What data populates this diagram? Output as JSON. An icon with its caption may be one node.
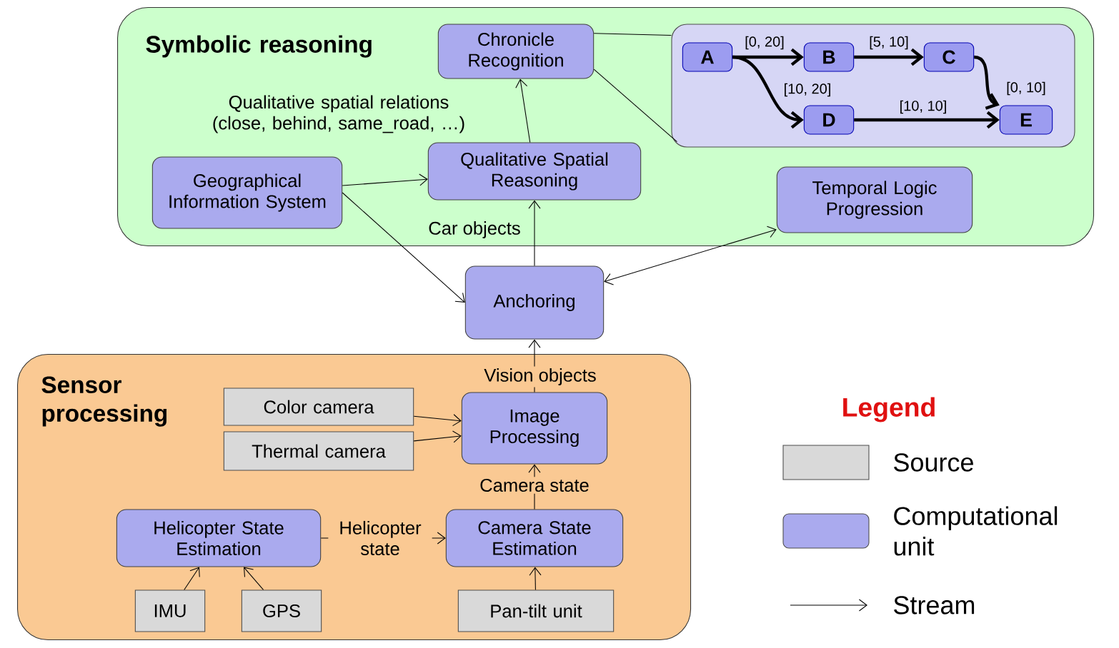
{
  "diagram": {
    "nodes": [
      {
        "text": [
          "Symbolic reasoning"
        ]
      },
      {
        "text": [
          "Chronicle Recognition"
        ],
        "in": 0
      },
      {
        "text": [],
        "shape": "box",
        "in": 0
      },
      {
        "text": [
          "A"
        ],
        "in": 2
      },
      {
        "text": [
          "B"
        ],
        "in": 2
      },
      {
        "text": [
          "C"
        ],
        "in": 2
      },
      {
        "text": [
          "D"
        ],
        "in": 2
      },
      {
        "text": [
          "E"
        ],
        "in": 2
      },
      {
        "text": [
          "Geographical Information System"
        ],
        "in": 0
      },
      {
        "text": [
          "Qualitative Spatial Reasoning"
        ],
        "in": 0
      },
      {
        "text": [
          "Temporal Logic Progression"
        ],
        "in": 0
      },
      {
        "text": [
          "Anchoring"
        ]
      },
      {
        "text": [
          "Sensor processing"
        ]
      },
      {
        "text": [
          "Color camera"
        ],
        "in": 12
      },
      {
        "text": [
          "Thermal camera"
        ],
        "in": 12
      },
      {
        "text": [
          "Image Processing"
        ],
        "in": 12
      },
      {
        "text": [
          "Helicopter State Estimation"
        ],
        "in": 12
      },
      {
        "text": [
          "Camera State Estimation"
        ],
        "in": 12
      },
      {
        "text": [
          "IMU"
        ],
        "in": 12
      },
      {
        "text": [
          "GPS"
        ],
        "in": 12
      },
      {
        "text": [
          "Pan-tilt unit"
        ],
        "in": 12
      }
    ],
    "edges": [
      {
        "from": 1,
        "to": 2,
        "arrow": "none"
      },
      {
        "from": 1,
        "to": 2,
        "arrow": "none"
      },
      {
        "from": 3,
        "to": 4,
        "arrow": "to",
        "label": "[0, 20]",
        "style": "thick"
      },
      {
        "from": 4,
        "to": 5,
        "arrow": "to",
        "label": "[5, 10]",
        "style": "thick"
      },
      {
        "from": 3,
        "to": 6,
        "arrow": "to",
        "label": "[10, 20]",
        "style": "thick"
      },
      {
        "from": 5,
        "to": 7,
        "arrow": "to",
        "label": "[0, 10]",
        "style": "thick"
      },
      {
        "from": 6,
        "to": 7,
        "arrow": "to",
        "label": "[10, 10]",
        "style": "thick"
      },
      {
        "from": 9,
        "to": 1,
        "arrow": "to",
        "label": "Qualitative spatial relations (close, behind, same_road, …)"
      },
      {
        "from": 8,
        "to": 9,
        "arrow": "to"
      },
      {
        "from": 8,
        "to": 11,
        "arrow": "to"
      },
      {
        "from": 11,
        "to": 9,
        "arrow": "to",
        "label": "Car objects"
      },
      {
        "from": 11,
        "to": 10,
        "arrow": "both"
      },
      {
        "from": 15,
        "to": 11,
        "arrow": "to",
        "label": "Vision objects"
      },
      {
        "from": 13,
        "to": 15,
        "arrow": "to"
      },
      {
        "from": 14,
        "to": 15,
        "arrow": "to"
      },
      {
        "from": 17,
        "to": 15,
        "arrow": "to",
        "label": "Camera state"
      },
      {
        "from": 16,
        "to": 17,
        "arrow": "to",
        "label": "Helicopter state"
      },
      {
        "from": 18,
        "to": 16,
        "arrow": "to"
      },
      {
        "from": 19,
        "to": 16,
        "arrow": "to"
      },
      {
        "from": 20,
        "to": 17,
        "arrow": "to"
      }
    ],
    "labels": [
      "Legend"
    ],
    "legend": [
      {
        "text": "Source",
        "color": "#d9d9d9"
      },
      {
        "text": "Computational unit",
        "color": "#aaaaee"
      },
      {
        "text": "Stream"
      }
    ]
  }
}
